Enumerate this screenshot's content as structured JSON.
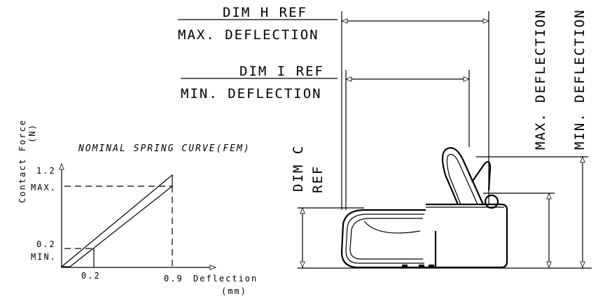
{
  "labels": {
    "dim_h_ref": "DIM H REF",
    "max_deflection_h": "MAX. DEFLECTION",
    "dim_i_ref": "DIM I REF",
    "min_deflection_i": "MIN. DEFLECTION",
    "dim_c": "DIM C",
    "ref": "REF",
    "max_deflection_vertical": "MAX. DEFLECTION",
    "min_deflection_vertical": "MIN. DEFLECTION"
  },
  "spring_chart": {
    "title": "NOMINAL SPRING CURVE(FEM)",
    "y_axis_label_line1": "Contact Force",
    "y_axis_label_line2": "(N)",
    "y_tick_max_value": "1.2",
    "y_tick_max_text": "MAX.",
    "y_tick_min_value": "0.2",
    "y_tick_min_text": "MIN.",
    "x_tick_1": "0.2",
    "x_tick_2": "0.9",
    "x_axis_label": "Deflection",
    "x_axis_unit": "(mm)"
  }
}
